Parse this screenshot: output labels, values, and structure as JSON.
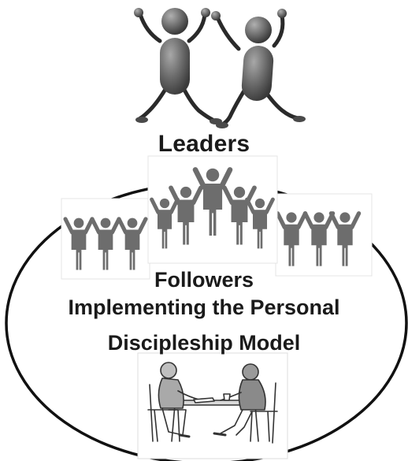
{
  "labels": {
    "leaders": "Leaders",
    "followers": "Followers",
    "model_line1": "Implementing the Personal",
    "model_line2": "Discipleship Model"
  },
  "icons": {
    "leaders": "cheering-stick-figures-icon",
    "followers_center": "cheering-crowd-icon",
    "followers_left": "group-of-three-people-icon",
    "followers_right": "group-of-three-people-icon",
    "meeting": "two-people-at-table-sketch-icon"
  },
  "colors": {
    "figure_gray": "#6d6d6d",
    "figure_dark": "#4a4a4a",
    "outline": "#111111",
    "text": "#1a1a1a"
  }
}
